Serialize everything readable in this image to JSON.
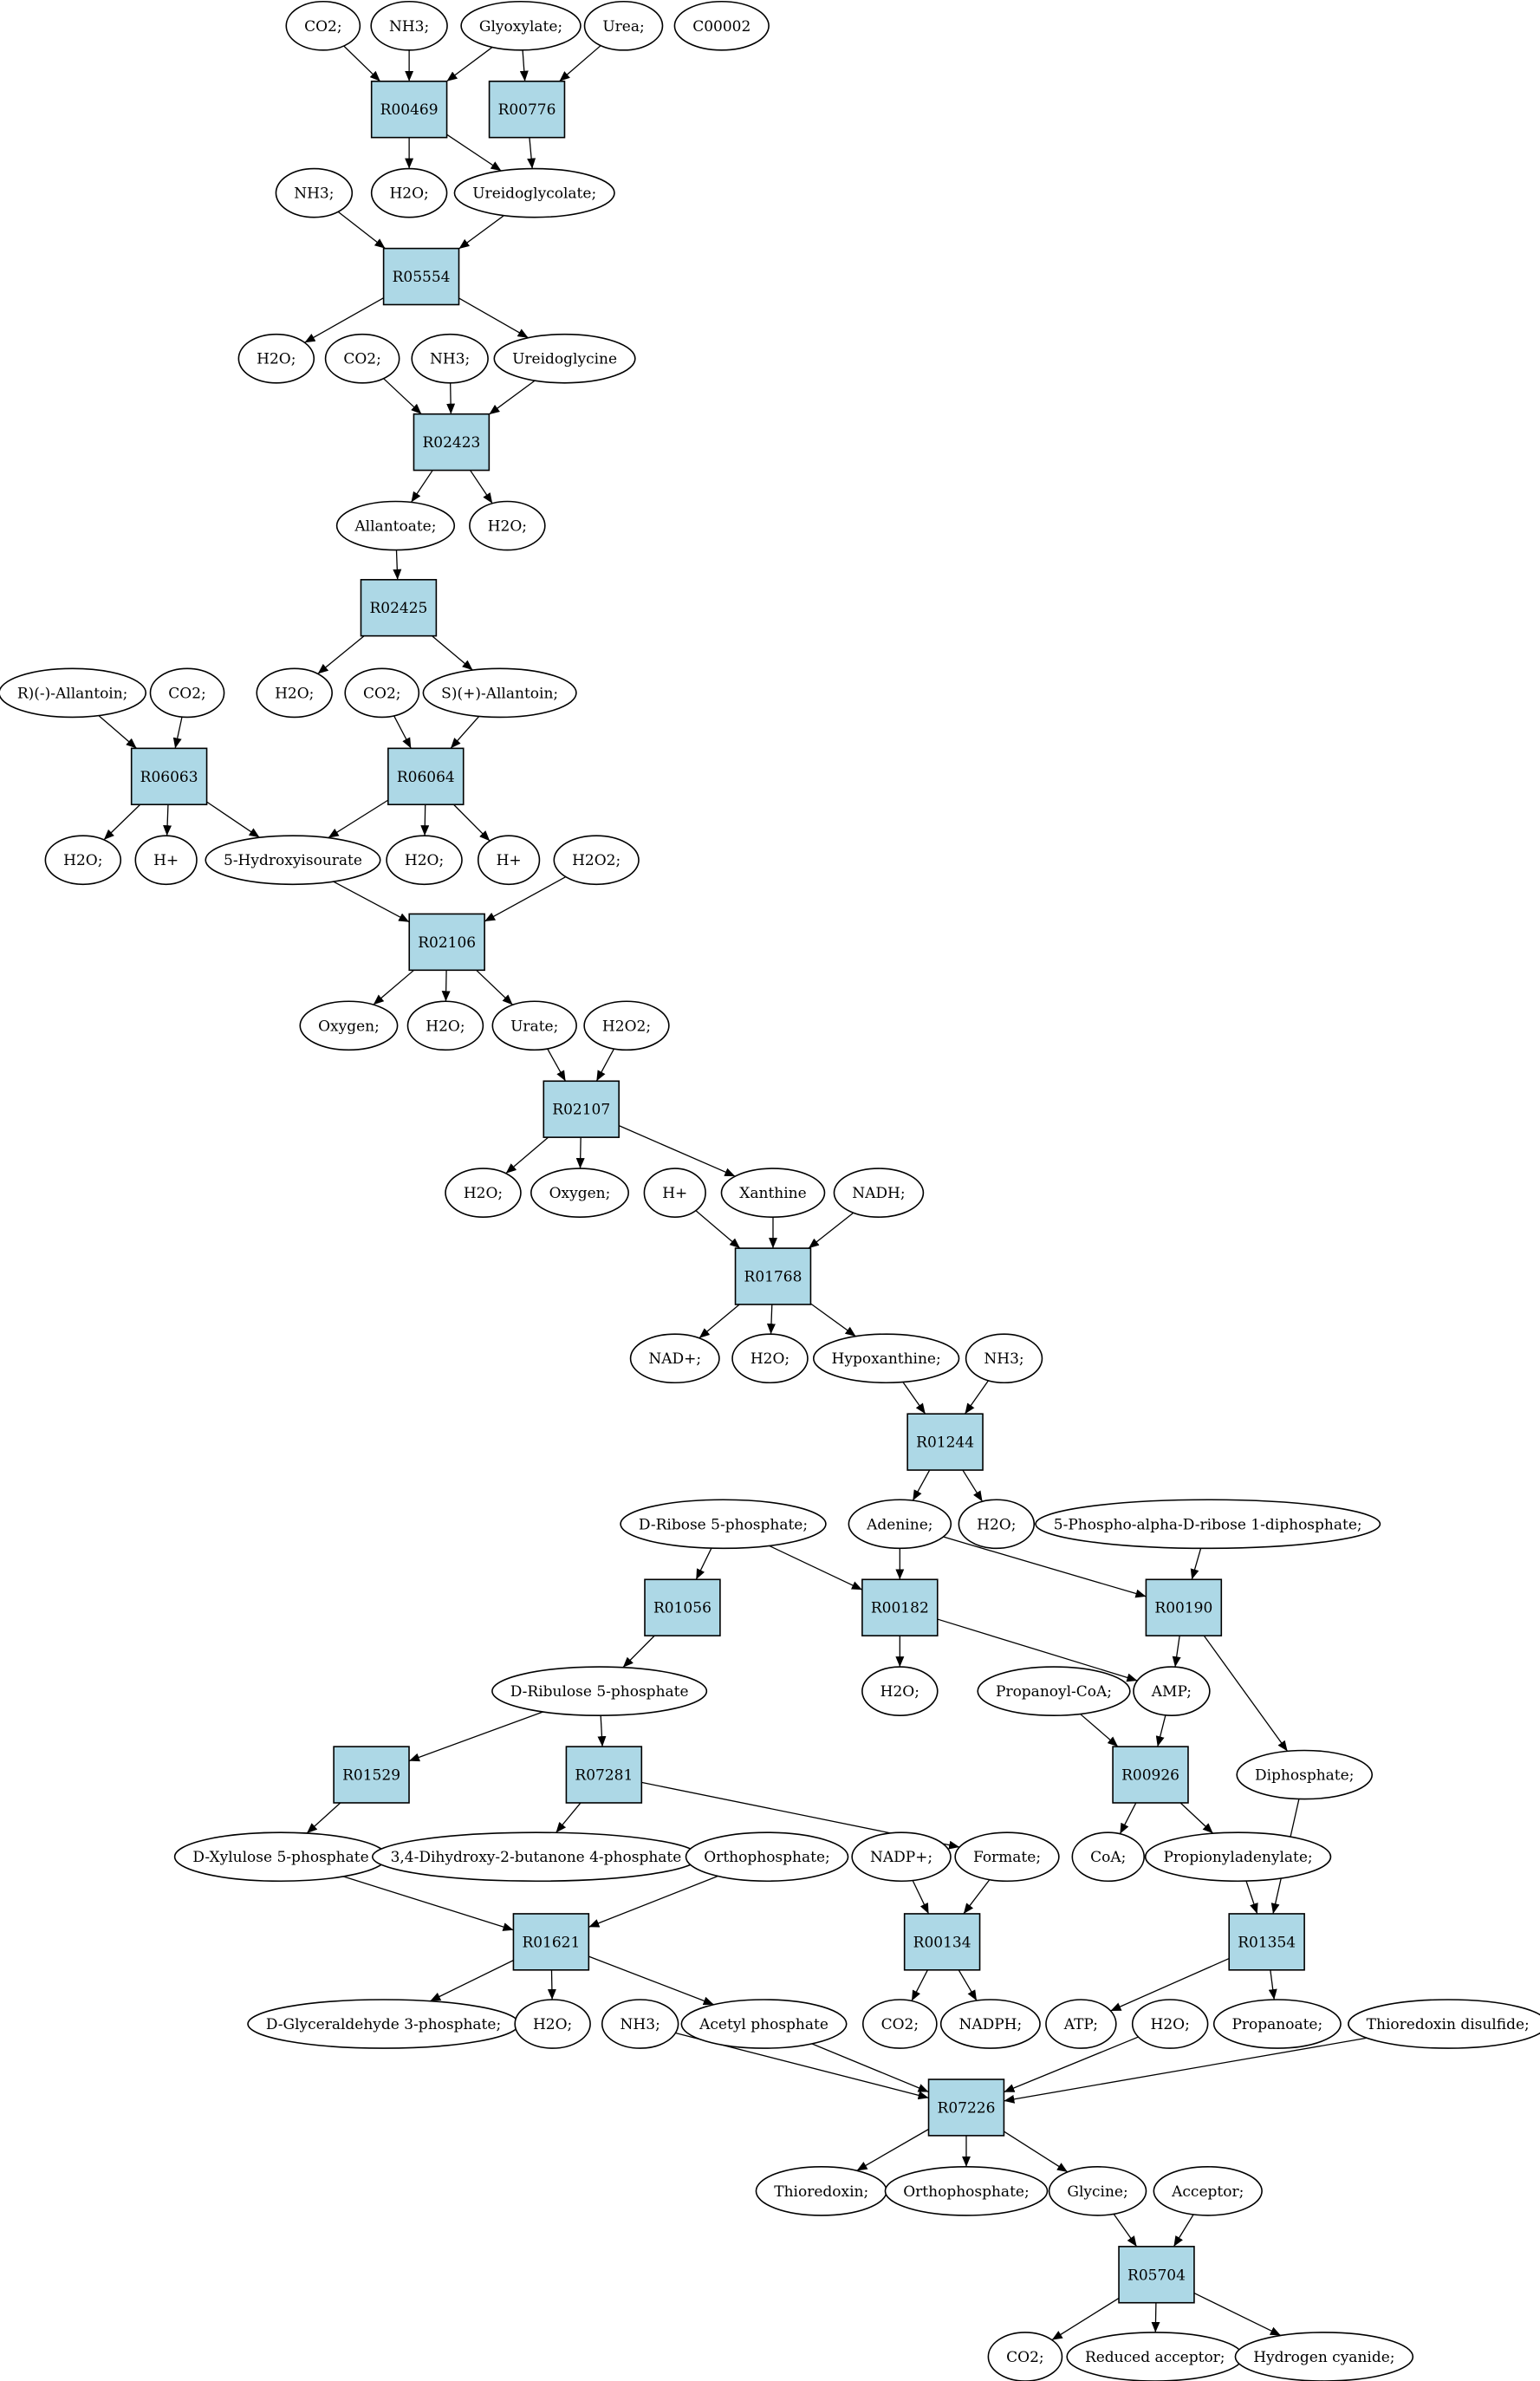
{
  "colors": {
    "reaction": "#add8e6",
    "compound": "#ffffff",
    "highlight_green": "#00ee00",
    "highlight_yellow": "#ffff00",
    "line": "#000000"
  },
  "diagram": {
    "nodes": [
      {
        "id": "c1",
        "label": "CO2;",
        "kind": "compound"
      },
      {
        "id": "c2",
        "label": "NH3;",
        "kind": "compound"
      },
      {
        "id": "c3",
        "label": "Glyoxylate;",
        "kind": "compound"
      },
      {
        "id": "c4",
        "label": "Urea;",
        "kind": "compound"
      },
      {
        "id": "c5",
        "label": "C00002",
        "kind": "compound-yellow"
      },
      {
        "id": "r1",
        "label": "R00469",
        "kind": "reaction"
      },
      {
        "id": "r2",
        "label": "R00776",
        "kind": "reaction"
      },
      {
        "id": "c6",
        "label": "NH3;",
        "kind": "compound"
      },
      {
        "id": "c7",
        "label": "H2O;",
        "kind": "compound"
      },
      {
        "id": "c8",
        "label": "Ureidoglycolate;",
        "kind": "compound"
      },
      {
        "id": "r3",
        "label": "R05554",
        "kind": "reaction"
      },
      {
        "id": "c9",
        "label": "H2O;",
        "kind": "compound"
      },
      {
        "id": "c10",
        "label": "CO2;",
        "kind": "compound"
      },
      {
        "id": "c11",
        "label": "NH3;",
        "kind": "compound"
      },
      {
        "id": "c12",
        "label": "Ureidoglycine",
        "kind": "compound"
      },
      {
        "id": "r4",
        "label": "R02423",
        "kind": "reaction"
      },
      {
        "id": "c13",
        "label": "Allantoate;",
        "kind": "compound"
      },
      {
        "id": "c14",
        "label": "H2O;",
        "kind": "compound"
      },
      {
        "id": "r5",
        "label": "R02425",
        "kind": "reaction"
      },
      {
        "id": "c15",
        "label": "R)(-)-Allantoin;",
        "kind": "compound"
      },
      {
        "id": "c16",
        "label": "CO2;",
        "kind": "compound"
      },
      {
        "id": "c17",
        "label": "H2O;",
        "kind": "compound"
      },
      {
        "id": "c18",
        "label": "CO2;",
        "kind": "compound"
      },
      {
        "id": "c19",
        "label": "S)(+)-Allantoin;",
        "kind": "compound"
      },
      {
        "id": "r6",
        "label": "R06063",
        "kind": "reaction"
      },
      {
        "id": "r7",
        "label": "R06064",
        "kind": "reaction"
      },
      {
        "id": "c20",
        "label": "H2O;",
        "kind": "compound"
      },
      {
        "id": "c21",
        "label": "H+",
        "kind": "compound"
      },
      {
        "id": "c22",
        "label": "5-Hydroxyisourate",
        "kind": "compound"
      },
      {
        "id": "c23",
        "label": "H2O;",
        "kind": "compound"
      },
      {
        "id": "c24",
        "label": "H+",
        "kind": "compound"
      },
      {
        "id": "c25",
        "label": "H2O2;",
        "kind": "compound"
      },
      {
        "id": "r8",
        "label": "R02106",
        "kind": "reaction"
      },
      {
        "id": "c26",
        "label": "Oxygen;",
        "kind": "compound"
      },
      {
        "id": "c27",
        "label": "H2O;",
        "kind": "compound"
      },
      {
        "id": "c28",
        "label": "Urate;",
        "kind": "compound"
      },
      {
        "id": "c29",
        "label": "H2O2;",
        "kind": "compound"
      },
      {
        "id": "r9",
        "label": "R02107",
        "kind": "reaction"
      },
      {
        "id": "c30",
        "label": "H2O;",
        "kind": "compound"
      },
      {
        "id": "c31",
        "label": "Oxygen;",
        "kind": "compound"
      },
      {
        "id": "c32",
        "label": "H+",
        "kind": "compound"
      },
      {
        "id": "c33",
        "label": "Xanthine",
        "kind": "compound"
      },
      {
        "id": "c34",
        "label": "NADH;",
        "kind": "compound"
      },
      {
        "id": "r10",
        "label": "R01768",
        "kind": "reaction"
      },
      {
        "id": "c35",
        "label": "NAD+;",
        "kind": "compound"
      },
      {
        "id": "c36",
        "label": "H2O;",
        "kind": "compound"
      },
      {
        "id": "c37",
        "label": "Hypoxanthine;",
        "kind": "compound"
      },
      {
        "id": "c38",
        "label": "NH3;",
        "kind": "compound"
      },
      {
        "id": "r11",
        "label": "R01244",
        "kind": "reaction"
      },
      {
        "id": "c39",
        "label": "D-Ribose 5-phosphate;",
        "kind": "compound-green"
      },
      {
        "id": "c40",
        "label": "Adenine;",
        "kind": "compound"
      },
      {
        "id": "c41",
        "label": "H2O;",
        "kind": "compound"
      },
      {
        "id": "c42",
        "label": "5-Phospho-alpha-D-ribose 1-diphosphate;",
        "kind": "compound"
      },
      {
        "id": "r12",
        "label": "R01056",
        "kind": "reaction"
      },
      {
        "id": "r13",
        "label": "R00182",
        "kind": "reaction"
      },
      {
        "id": "r14",
        "label": "R00190",
        "kind": "reaction"
      },
      {
        "id": "c43",
        "label": "D-Ribulose 5-phosphate",
        "kind": "compound"
      },
      {
        "id": "c44",
        "label": "H2O;",
        "kind": "compound"
      },
      {
        "id": "c45",
        "label": "Propanoyl-CoA;",
        "kind": "compound"
      },
      {
        "id": "c46",
        "label": "AMP;",
        "kind": "compound"
      },
      {
        "id": "r15",
        "label": "R01529",
        "kind": "reaction"
      },
      {
        "id": "r16",
        "label": "R07281",
        "kind": "reaction"
      },
      {
        "id": "r17",
        "label": "R00926",
        "kind": "reaction"
      },
      {
        "id": "c47",
        "label": "Diphosphate;",
        "kind": "compound"
      },
      {
        "id": "c48",
        "label": "D-Xylulose 5-phosphate",
        "kind": "compound"
      },
      {
        "id": "c49",
        "label": "3,4-Dihydroxy-2-butanone 4-phosphate",
        "kind": "compound"
      },
      {
        "id": "c50",
        "label": "Orthophosphate;",
        "kind": "compound"
      },
      {
        "id": "c51",
        "label": "NADP+;",
        "kind": "compound"
      },
      {
        "id": "c52",
        "label": "Formate;",
        "kind": "compound"
      },
      {
        "id": "c53",
        "label": "CoA;",
        "kind": "compound"
      },
      {
        "id": "c54",
        "label": "Propionyladenylate;",
        "kind": "compound"
      },
      {
        "id": "r18",
        "label": "R01621",
        "kind": "reaction"
      },
      {
        "id": "r19",
        "label": "R00134",
        "kind": "reaction"
      },
      {
        "id": "r20",
        "label": "R01354",
        "kind": "reaction"
      },
      {
        "id": "c55",
        "label": "D-Glyceraldehyde 3-phosphate;",
        "kind": "compound"
      },
      {
        "id": "c56",
        "label": "H2O;",
        "kind": "compound"
      },
      {
        "id": "c57",
        "label": "NH3;",
        "kind": "compound"
      },
      {
        "id": "c58",
        "label": "Acetyl phosphate",
        "kind": "compound"
      },
      {
        "id": "c59",
        "label": "CO2;",
        "kind": "compound"
      },
      {
        "id": "c60",
        "label": "NADPH;",
        "kind": "compound"
      },
      {
        "id": "c61",
        "label": "ATP;",
        "kind": "compound"
      },
      {
        "id": "c62",
        "label": "H2O;",
        "kind": "compound"
      },
      {
        "id": "c63",
        "label": "Propanoate;",
        "kind": "compound"
      },
      {
        "id": "c64",
        "label": "Thioredoxin disulfide;",
        "kind": "compound"
      },
      {
        "id": "r21",
        "label": "R07226",
        "kind": "reaction"
      },
      {
        "id": "c65",
        "label": "Thioredoxin;",
        "kind": "compound"
      },
      {
        "id": "c66",
        "label": "Orthophosphate;",
        "kind": "compound"
      },
      {
        "id": "c67",
        "label": "Glycine;",
        "kind": "compound"
      },
      {
        "id": "c68",
        "label": "Acceptor;",
        "kind": "compound"
      },
      {
        "id": "r22",
        "label": "R05704",
        "kind": "reaction"
      },
      {
        "id": "c69",
        "label": "CO2;",
        "kind": "compound"
      },
      {
        "id": "c70",
        "label": "Reduced acceptor;",
        "kind": "compound"
      },
      {
        "id": "c71",
        "label": "Hydrogen cyanide;",
        "kind": "compound"
      }
    ],
    "edges": [
      [
        "c1",
        "r1"
      ],
      [
        "c2",
        "r1"
      ],
      [
        "c3",
        "r1"
      ],
      [
        "c3",
        "r2"
      ],
      [
        "c4",
        "r2"
      ],
      [
        "r1",
        "c7"
      ],
      [
        "r1",
        "c8"
      ],
      [
        "r2",
        "c8"
      ],
      [
        "c6",
        "r3"
      ],
      [
        "c8",
        "r3"
      ],
      [
        "r3",
        "c9"
      ],
      [
        "r3",
        "c12"
      ],
      [
        "c10",
        "r4"
      ],
      [
        "c11",
        "r4"
      ],
      [
        "c12",
        "r4"
      ],
      [
        "r4",
        "c13"
      ],
      [
        "r4",
        "c14"
      ],
      [
        "c13",
        "r5"
      ],
      [
        "r5",
        "c17"
      ],
      [
        "r5",
        "c19"
      ],
      [
        "c15",
        "r6"
      ],
      [
        "c16",
        "r6"
      ],
      [
        "c18",
        "r7"
      ],
      [
        "c19",
        "r7"
      ],
      [
        "r6",
        "c20"
      ],
      [
        "r6",
        "c21"
      ],
      [
        "r6",
        "c22"
      ],
      [
        "r7",
        "c22"
      ],
      [
        "r7",
        "c23"
      ],
      [
        "r7",
        "c24"
      ],
      [
        "c22",
        "r8"
      ],
      [
        "c25",
        "r8"
      ],
      [
        "r8",
        "c26"
      ],
      [
        "r8",
        "c27"
      ],
      [
        "r8",
        "c28"
      ],
      [
        "c28",
        "r9"
      ],
      [
        "c29",
        "r9"
      ],
      [
        "r9",
        "c30"
      ],
      [
        "r9",
        "c31"
      ],
      [
        "r9",
        "c33"
      ],
      [
        "c32",
        "r10"
      ],
      [
        "c33",
        "r10"
      ],
      [
        "c34",
        "r10"
      ],
      [
        "r10",
        "c35"
      ],
      [
        "r10",
        "c36"
      ],
      [
        "r10",
        "c37"
      ],
      [
        "c37",
        "r11"
      ],
      [
        "c38",
        "r11"
      ],
      [
        "r11",
        "c40"
      ],
      [
        "r11",
        "c41"
      ],
      [
        "c39",
        "r12"
      ],
      [
        "c39",
        "r13"
      ],
      [
        "c40",
        "r13"
      ],
      [
        "c40",
        "r14"
      ],
      [
        "c42",
        "r14"
      ],
      [
        "r12",
        "c43"
      ],
      [
        "r13",
        "c44"
      ],
      [
        "r13",
        "c46"
      ],
      [
        "r14",
        "c46"
      ],
      [
        "r14",
        "c47"
      ],
      [
        "c43",
        "r15"
      ],
      [
        "c43",
        "r16"
      ],
      [
        "c45",
        "r17"
      ],
      [
        "c46",
        "r17"
      ],
      [
        "r15",
        "c48"
      ],
      [
        "r16",
        "c49"
      ],
      [
        "r16",
        "c52"
      ],
      [
        "r17",
        "c53"
      ],
      [
        "r17",
        "c54"
      ],
      [
        "c48",
        "r18"
      ],
      [
        "c50",
        "r18"
      ],
      [
        "c51",
        "r19"
      ],
      [
        "c52",
        "r19"
      ],
      [
        "c54",
        "r20"
      ],
      [
        "c47",
        "r20"
      ],
      [
        "r18",
        "c55"
      ],
      [
        "r18",
        "c56"
      ],
      [
        "r18",
        "c58"
      ],
      [
        "r19",
        "c59"
      ],
      [
        "r19",
        "c60"
      ],
      [
        "r20",
        "c61"
      ],
      [
        "r20",
        "c63"
      ],
      [
        "c57",
        "r21"
      ],
      [
        "c58",
        "r21"
      ],
      [
        "c62",
        "r21"
      ],
      [
        "c64",
        "r21"
      ],
      [
        "r21",
        "c65"
      ],
      [
        "r21",
        "c66"
      ],
      [
        "r21",
        "c67"
      ],
      [
        "c67",
        "r22"
      ],
      [
        "c68",
        "r22"
      ],
      [
        "r22",
        "c69"
      ],
      [
        "r22",
        "c70"
      ],
      [
        "r22",
        "c71"
      ]
    ]
  }
}
